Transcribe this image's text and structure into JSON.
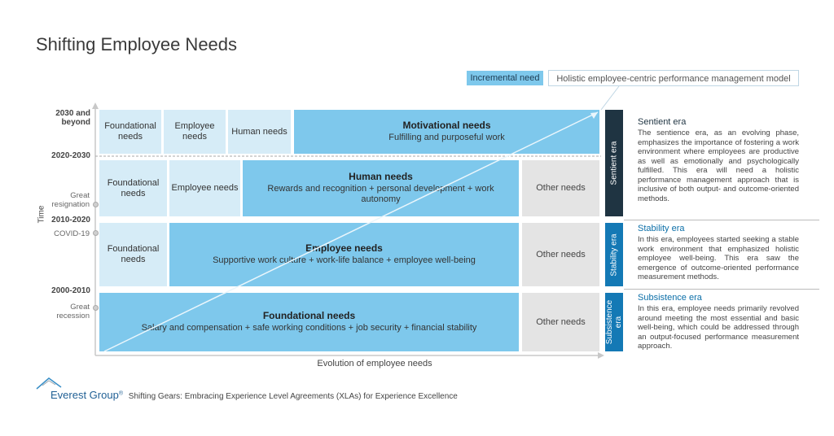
{
  "title": "Shifting Employee Needs",
  "legend": {
    "incremental": "Incremental need",
    "holistic": "Holistic employee-centric performance management model"
  },
  "axes": {
    "y_label": "Time",
    "x_label": "Evolution of employee needs",
    "y_ticks": [
      "2030 and beyond",
      "2020-2030",
      "2010-2020",
      "2000-2010"
    ],
    "y_events": [
      "Great resignation",
      "COVID-19",
      "Great recession"
    ]
  },
  "rows": {
    "r2030": {
      "foundational": "Foundational needs",
      "employee": "Employee needs",
      "human": "Human needs",
      "main_title": "Motivational needs",
      "main_desc": "Fulfilling and purposeful work"
    },
    "r2020": {
      "foundational": "Foundational needs",
      "employee": "Employee needs",
      "main_title": "Human needs",
      "main_desc": "Rewards and recognition + personal development + work autonomy",
      "other": "Other needs"
    },
    "r2010": {
      "foundational": "Foundational needs",
      "main_title": "Employee needs",
      "main_desc": "Supportive work culture + work-life balance + employee well-being",
      "other": "Other needs"
    },
    "r2000": {
      "main_title": "Foundational needs",
      "main_desc": "Salary and compensation + safe working conditions + job security + financial stability",
      "other": "Other needs"
    }
  },
  "eras": {
    "sentient": {
      "bar": "Sentient era",
      "title": "Sentient era",
      "desc": "The sentience era, as an evolving phase, emphasizes the importance of fostering a work environment where employees are productive as well as emotionally and psychologically fulfilled. This era will need a holistic performance management approach that is inclusive of both output- and outcome-oriented methods."
    },
    "stability": {
      "bar": "Stability era",
      "title": "Stability era",
      "desc": "In this era, employees started seeking a stable work environment that emphasized holistic employee well-being. This era saw the emergence of outcome-oriented performance measurement methods."
    },
    "subsistence": {
      "bar": "Subsistence era",
      "title": "Subsistence era",
      "desc": "In this era, employee needs primarily revolved around meeting the most essential and basic well-being, which could be addressed through an output-focused performance measurement approach."
    }
  },
  "footer": {
    "brand": "Everest Group",
    "reg": "®",
    "text": "Shifting Gears: Embracing Experience Level Agreements (XLAs) for Experience Excellence"
  },
  "colors": {
    "incremental": "#7ec8ec",
    "previous": "#d6ecf7",
    "other": "#e4e4e4",
    "sentient_bar": "#1f3442",
    "era_bar": "#1479b5"
  }
}
